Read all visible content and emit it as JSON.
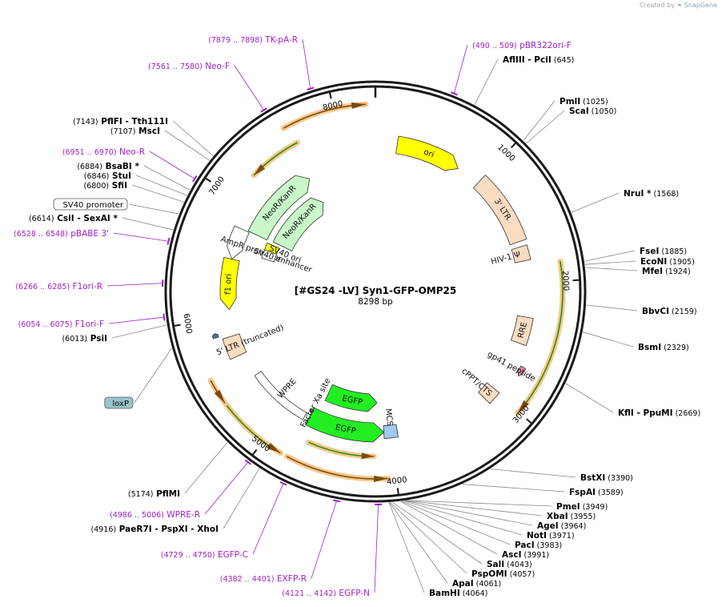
{
  "credit": {
    "prefix": "Created by",
    "brand": "SnapGene"
  },
  "plasmid": {
    "name": "[#GS24 -LV] Syn1-GFP-OMP25",
    "size": "8298 bp",
    "length": 8298
  },
  "colors": {
    "primer": "#a020c8",
    "site": "#000000",
    "backbone": "#1a1a1a",
    "ori": "#ffff00",
    "neo": "#c8f7c8",
    "egfp": "#22ee22",
    "ltr": "#fadcc0",
    "rre": "#fadcc0",
    "orange_highlight": "#f6c98a",
    "loxp": "#99c4cc"
  },
  "ticks": [
    {
      "bp": 1000,
      "label": "1000"
    },
    {
      "bp": 2000,
      "label": "2000"
    },
    {
      "bp": 3000,
      "label": "3000"
    },
    {
      "bp": 4000,
      "label": "4000"
    },
    {
      "bp": 5000,
      "label": "5000"
    },
    {
      "bp": 6000,
      "label": "6000"
    },
    {
      "bp": 7000,
      "label": "7000"
    },
    {
      "bp": 8000,
      "label": "8000"
    }
  ],
  "labels": [
    {
      "id": "tkpa",
      "kind": "primer",
      "range": "(7879 .. 7898)",
      "name": "TK-pA-R",
      "bp": 7888
    },
    {
      "id": "neof",
      "kind": "primer",
      "range": "(7561 .. 7580)",
      "name": "Neo-F",
      "bp": 7570
    },
    {
      "id": "pflfi",
      "kind": "site",
      "pos": "(7143)",
      "name": "PflFI",
      "name2": "Tth111I",
      "bp": 7143
    },
    {
      "id": "msci",
      "kind": "site",
      "pos": "(7107)",
      "name": "MscI",
      "bp": 7107
    },
    {
      "id": "neor",
      "kind": "primer",
      "range": "(6951 .. 6970)",
      "name": "Neo-R",
      "bp": 6960
    },
    {
      "id": "bsabi",
      "kind": "site",
      "pos": "(6884)",
      "name": "BsaBI",
      "star": "*",
      "bp": 6884
    },
    {
      "id": "stui",
      "kind": "site",
      "pos": "(6846)",
      "name": "StuI",
      "bp": 6846
    },
    {
      "id": "sfii",
      "kind": "site",
      "pos": "(6800)",
      "name": "SfiI",
      "bp": 6800
    },
    {
      "id": "sv40p",
      "kind": "boxed",
      "name": "SV40 promoter",
      "bp": 6720
    },
    {
      "id": "csii",
      "kind": "site",
      "pos": "(6614)",
      "name": "CsiI",
      "name2": "SexAI",
      "star": "*",
      "bp": 6614
    },
    {
      "id": "pbabe",
      "kind": "primer",
      "range": "(6528 .. 6548)",
      "name": "pBABE 3'",
      "bp": 6538
    },
    {
      "id": "f1r",
      "kind": "primer",
      "range": "(6266 .. 6285)",
      "name": "F1ori-R",
      "bp": 6275
    },
    {
      "id": "f1f",
      "kind": "primer",
      "range": "(6054 .. 6075)",
      "name": "F1ori-F",
      "bp": 6064
    },
    {
      "id": "psii",
      "kind": "site",
      "pos": "(6013)",
      "name": "PsiI",
      "bp": 6013
    },
    {
      "id": "loxp",
      "kind": "boxed",
      "name": "loxP",
      "bp": 5865
    },
    {
      "id": "pflmi",
      "kind": "site",
      "pos": "(5174)",
      "name": "PflMI",
      "bp": 5174
    },
    {
      "id": "wprer",
      "kind": "primer",
      "range": "(4986 .. 5006)",
      "name": "WPRE-R",
      "bp": 4996
    },
    {
      "id": "paer7i",
      "kind": "site",
      "pos": "(4916)",
      "name": "PaeR7I",
      "name2": "PspXI",
      "name3": "XhoI",
      "bp": 4916
    },
    {
      "id": "egfpc",
      "kind": "primer",
      "range": "(4729 .. 4750)",
      "name": "EGFP-C",
      "bp": 4740
    },
    {
      "id": "exfpr",
      "kind": "primer",
      "range": "(4382 .. 4401)",
      "name": "EXFP-R",
      "bp": 4391
    },
    {
      "id": "egfpn",
      "kind": "primer",
      "range": "(4121 .. 4142)",
      "name": "EGFP-N",
      "bp": 4131
    },
    {
      "id": "pbr",
      "kind": "primer",
      "range": "(490 .. 509)",
      "name": "pBR322ori-F",
      "bp": 500
    },
    {
      "id": "afliii",
      "kind": "site",
      "pos": "(645)",
      "name": "AflIII",
      "name2": "PciI",
      "bp": 645
    },
    {
      "id": "pmli",
      "kind": "site",
      "pos": "(1025)",
      "name": "PmlI",
      "bp": 1025
    },
    {
      "id": "scai",
      "kind": "site",
      "pos": "(1050)",
      "name": "ScaI",
      "bp": 1050
    },
    {
      "id": "nrui",
      "kind": "site",
      "pos": "(1568)",
      "name": "NruI",
      "star": "*",
      "bp": 1568
    },
    {
      "id": "fsei",
      "kind": "site",
      "pos": "(1885)",
      "name": "FseI",
      "bp": 1885
    },
    {
      "id": "econi",
      "kind": "site",
      "pos": "(1905)",
      "name": "EcoNI",
      "bp": 1905
    },
    {
      "id": "mfei",
      "kind": "site",
      "pos": "(1924)",
      "name": "MfeI",
      "bp": 1924
    },
    {
      "id": "bbvci",
      "kind": "site",
      "pos": "(2159)",
      "name": "BbvCI",
      "bp": 2159
    },
    {
      "id": "bsmi",
      "kind": "site",
      "pos": "(2329)",
      "name": "BsmI",
      "bp": 2329
    },
    {
      "id": "kfli",
      "kind": "site",
      "pos": "(2669)",
      "name": "KflI",
      "name2": "PpuMI",
      "bp": 2669
    },
    {
      "id": "bstxi",
      "kind": "site",
      "pos": "(3390)",
      "name": "BstXI",
      "bp": 3390
    },
    {
      "id": "fspai",
      "kind": "site",
      "pos": "(3589)",
      "name": "FspAI",
      "bp": 3589
    },
    {
      "id": "pmei",
      "kind": "site",
      "pos": "(3949)",
      "name": "PmeI",
      "bp": 3949
    },
    {
      "id": "xbai",
      "kind": "site",
      "pos": "(3955)",
      "name": "XbaI",
      "bp": 3955
    },
    {
      "id": "agei",
      "kind": "site",
      "pos": "(3964)",
      "name": "AgeI",
      "bp": 3964
    },
    {
      "id": "noti",
      "kind": "site",
      "pos": "(3971)",
      "name": "NotI",
      "bp": 3971
    },
    {
      "id": "paci",
      "kind": "site",
      "pos": "(3983)",
      "name": "PacI",
      "bp": 3983
    },
    {
      "id": "asci",
      "kind": "site",
      "pos": "(3991)",
      "name": "AscI",
      "bp": 3991
    },
    {
      "id": "sali",
      "kind": "site",
      "pos": "(4043)",
      "name": "SalI",
      "bp": 4043
    },
    {
      "id": "pspomi",
      "kind": "site",
      "pos": "(4057)",
      "name": "PspOMI",
      "bp": 4057
    },
    {
      "id": "apai",
      "kind": "site",
      "pos": "(4061)",
      "name": "ApaI",
      "bp": 4061
    },
    {
      "id": "bamhi",
      "kind": "site",
      "pos": "(4064)",
      "name": "BamHI",
      "bp": 4064
    }
  ],
  "features": [
    {
      "id": "ori",
      "label": "ori",
      "start": 195,
      "end": 783,
      "dir": 1,
      "track": 0,
      "color": "#ffff00"
    },
    {
      "id": "ltr3",
      "label": "3' LTR",
      "start": 1000,
      "end": 1634,
      "dir": 0,
      "track": 0,
      "color": "#fadcc0"
    },
    {
      "id": "hiv1",
      "label": "HIV-1 Ψ",
      "start": 1680,
      "end": 1807,
      "dir": 0,
      "track": 0,
      "color": "#fadcc0"
    },
    {
      "id": "rre",
      "label": "RRE",
      "start": 2297,
      "end": 2530,
      "dir": 0,
      "track": 0,
      "color": "#fadcc0"
    },
    {
      "id": "gp41",
      "label": "gp41 peptide",
      "start": 2700,
      "end": 2780,
      "dir": 1,
      "track": 0,
      "color": "#dd88aa"
    },
    {
      "id": "cppt",
      "label": "cPPT/CTS",
      "start": 2980,
      "end": 3098,
      "dir": 0,
      "track": 0,
      "color": "#fadcc0"
    },
    {
      "id": "mcs",
      "label": "MCS",
      "start": 3944,
      "end": 4070,
      "dir": 0,
      "track": 0,
      "color": "#a0c8f0"
    },
    {
      "id": "egfp1",
      "label": "EGFP",
      "start": 4070,
      "end": 4790,
      "dir": -1,
      "track": 0,
      "color": "#22ee22"
    },
    {
      "id": "egfp2",
      "label": "EGFP",
      "start": 4130,
      "end": 4720,
      "dir": -1,
      "track": 1,
      "color": "#22ee22"
    },
    {
      "id": "factorxa",
      "label": "Factor Xa site",
      "start": 4790,
      "end": 4810,
      "dir": 0,
      "track": 1,
      "color": "#666666"
    },
    {
      "id": "wpre",
      "label": "WPRE",
      "start": 4830,
      "end": 5420,
      "dir": 0,
      "track": 0,
      "color": "#ffffff"
    },
    {
      "id": "ltr5",
      "label": "5' LTR (truncated)",
      "start": 5645,
      "end": 5825,
      "dir": 0,
      "track": 0,
      "color": "#fadcc0"
    },
    {
      "id": "loxpfeat",
      "label": "",
      "start": 5850,
      "end": 5885,
      "dir": 1,
      "track": 0,
      "color": "#3a7f9a"
    },
    {
      "id": "f1ori",
      "label": "f1 ori",
      "start": 6061,
      "end": 6516,
      "dir": -1,
      "track": 0,
      "color": "#ffff00"
    },
    {
      "id": "ampr",
      "label": "AmpR promoter",
      "start": 6517,
      "end": 6800,
      "dir": -1,
      "track": 0,
      "color": "#ffffff"
    },
    {
      "id": "sv40enh",
      "label": "SV40 enhancer",
      "start": 6600,
      "end": 6700,
      "dir": 0,
      "track": 1,
      "color": "#ffffff"
    },
    {
      "id": "sv40ori",
      "label": "SV40 ori",
      "start": 6700,
      "end": 6780,
      "dir": 0,
      "track": 1,
      "color": "#ffff00"
    },
    {
      "id": "neo1",
      "label": "NeoR/KanR",
      "start": 6810,
      "end": 7600,
      "dir": 1,
      "track": 0,
      "color": "#c8f7c8"
    },
    {
      "id": "neo2",
      "label": "NeoR/KanR",
      "start": 6820,
      "end": 7600,
      "dir": 1,
      "track": 1,
      "color": "#c8f7c8"
    }
  ],
  "highlights": [
    {
      "id": "h1",
      "start": 7620,
      "end": 8230,
      "dir": 1
    },
    {
      "id": "h2",
      "start": 7230,
      "end": 7660,
      "dir": -1
    },
    {
      "id": "h3",
      "start": 1860,
      "end": 3010,
      "dir": 1
    },
    {
      "id": "h4",
      "start": 4060,
      "end": 4800,
      "dir": -1
    },
    {
      "id": "h5",
      "start": 4160,
      "end": 4700,
      "dir": -1
    },
    {
      "id": "h6",
      "start": 4850,
      "end": 5360,
      "dir": -1
    },
    {
      "id": "h7",
      "start": 5380,
      "end": 5570,
      "dir": -1
    }
  ]
}
